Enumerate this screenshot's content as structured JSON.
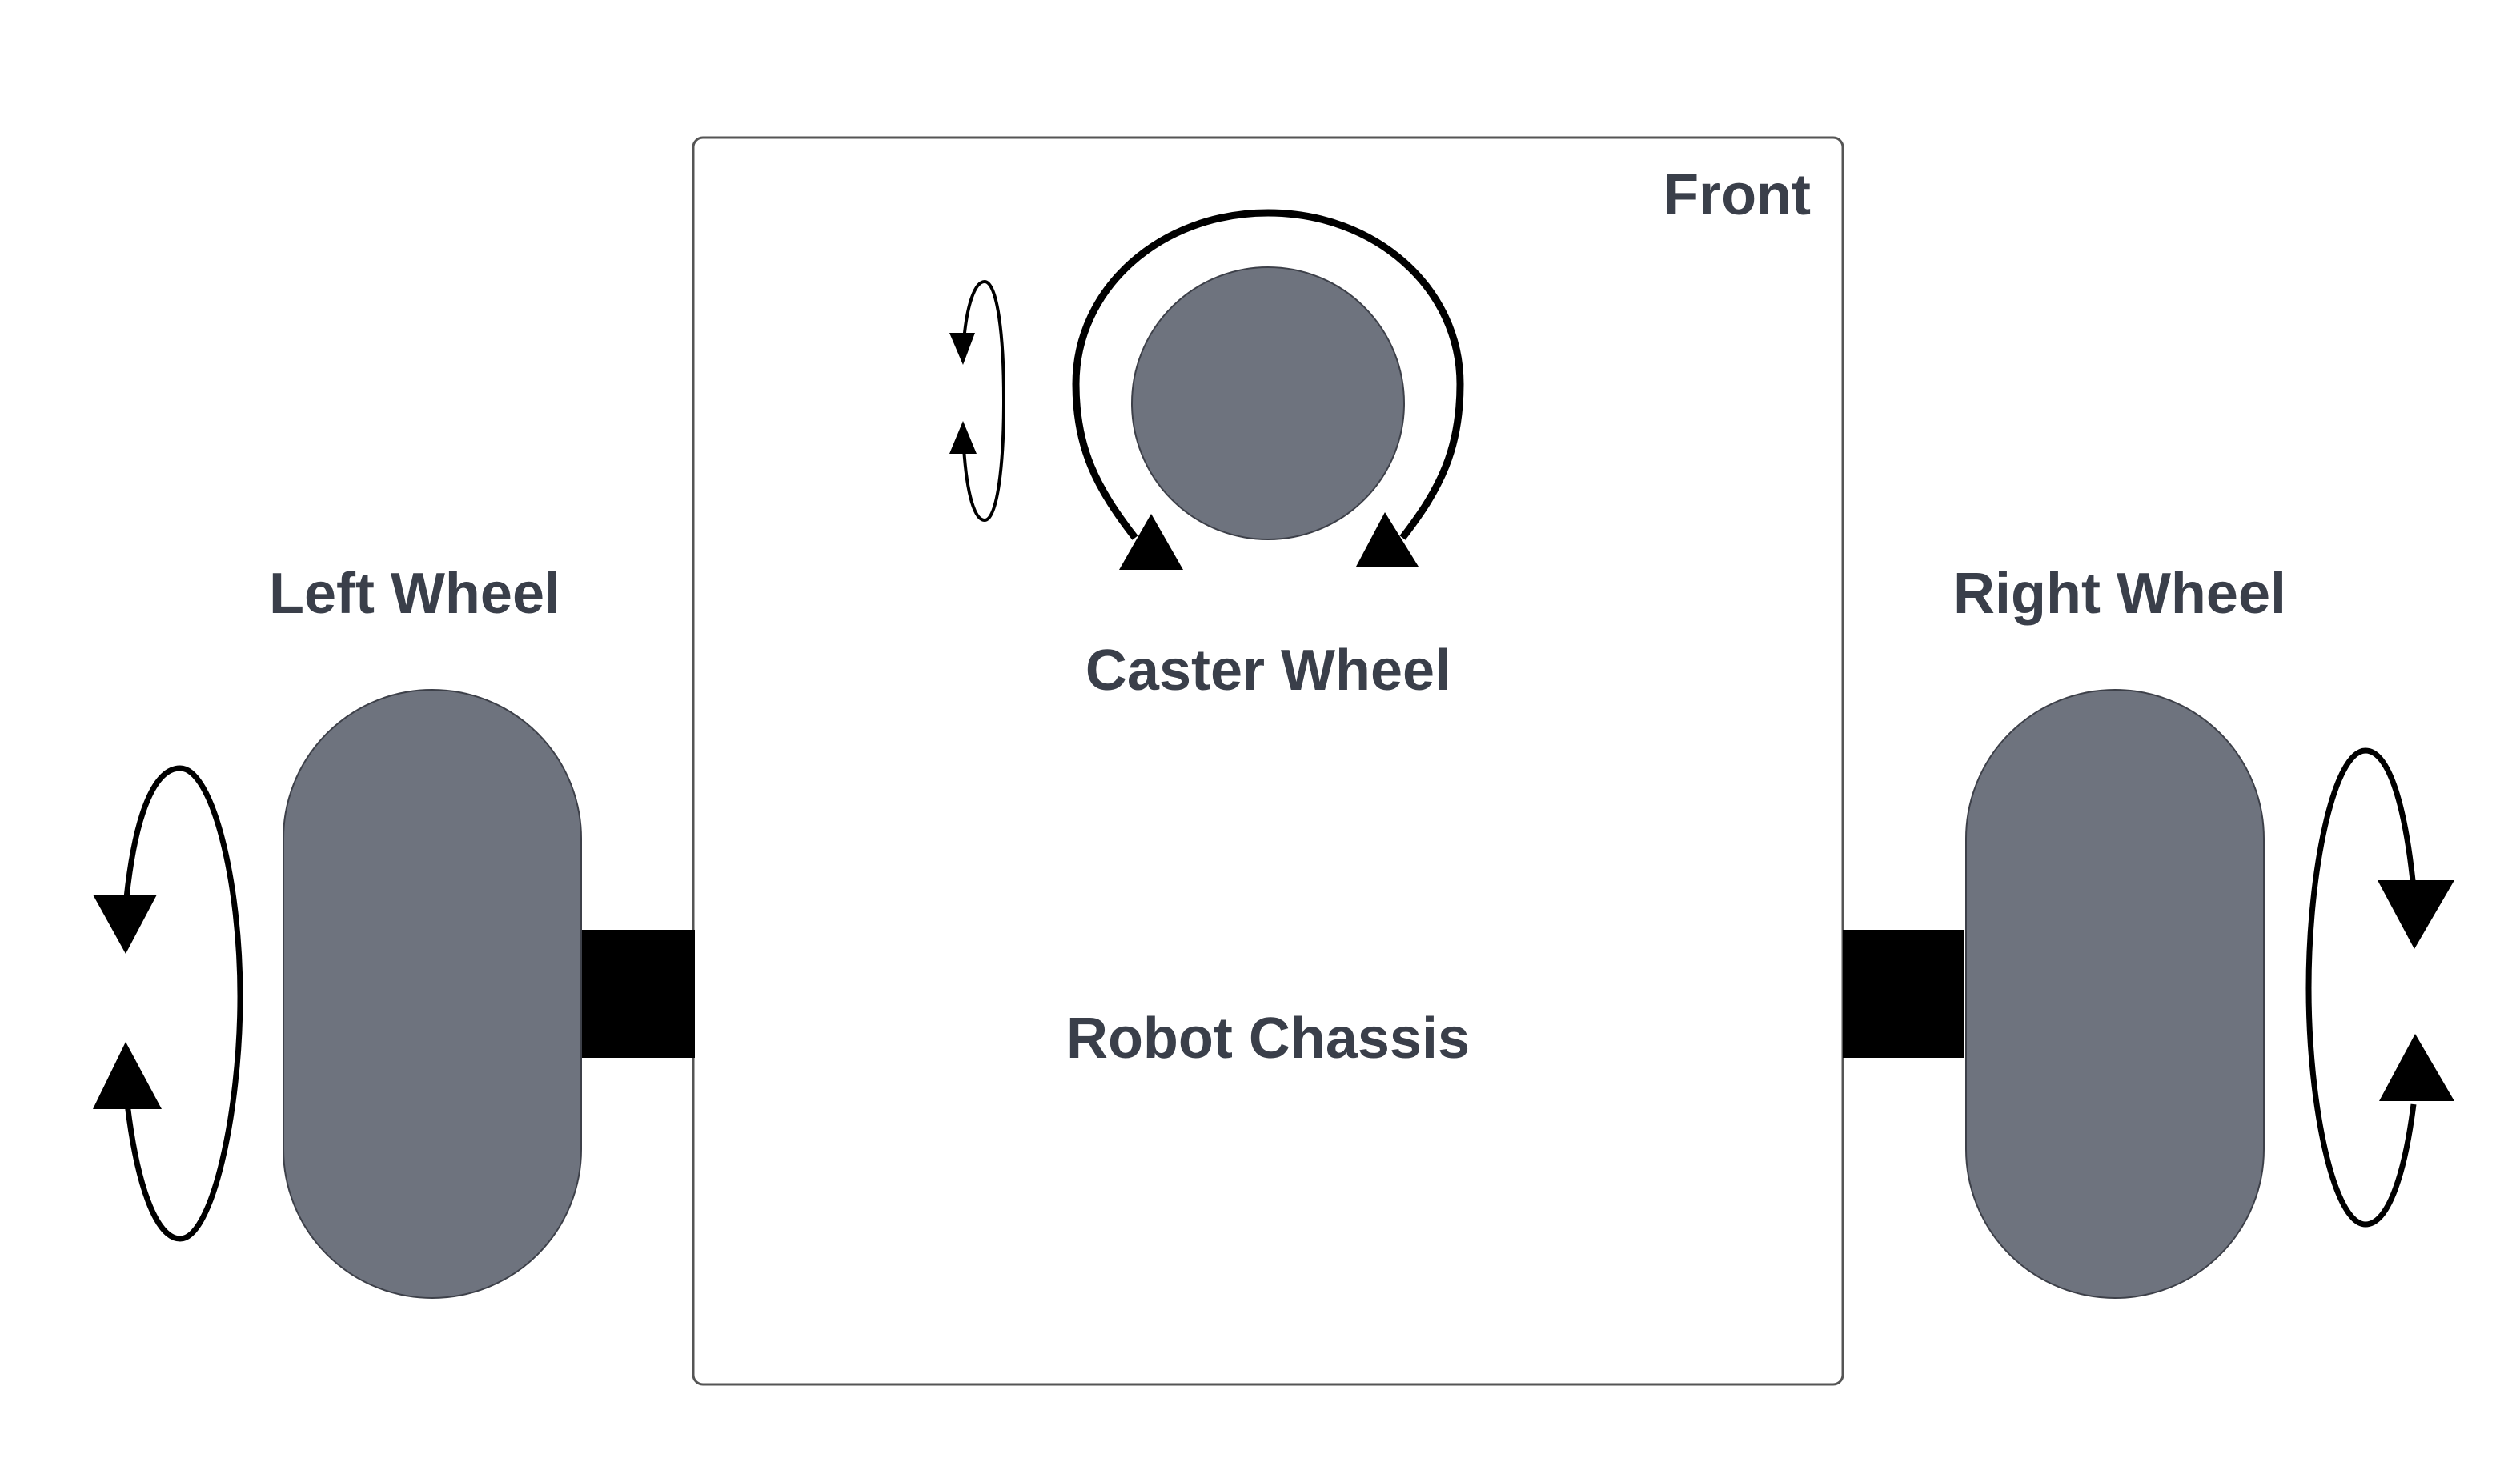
{
  "diagram": {
    "title_labels": {
      "front": "Front",
      "caster_wheel": "Caster Wheel",
      "robot_chassis": "Robot Chassis",
      "left_wheel": "Left Wheel",
      "right_wheel": "Right Wheel"
    },
    "colors": {
      "wheel_fill": "#6e737e",
      "wheel_stroke": "#3d4049",
      "axle": "#000000",
      "chassis_stroke": "#555555",
      "text": "#3a3f4a",
      "arrow": "#000000"
    },
    "icons": {
      "left_wheel_rotation": "rotation-arrows-icon",
      "right_wheel_rotation": "rotation-arrows-icon",
      "caster_swivel": "swivel-arrow-icon",
      "caster_spin": "rotation-arrows-icon"
    }
  }
}
